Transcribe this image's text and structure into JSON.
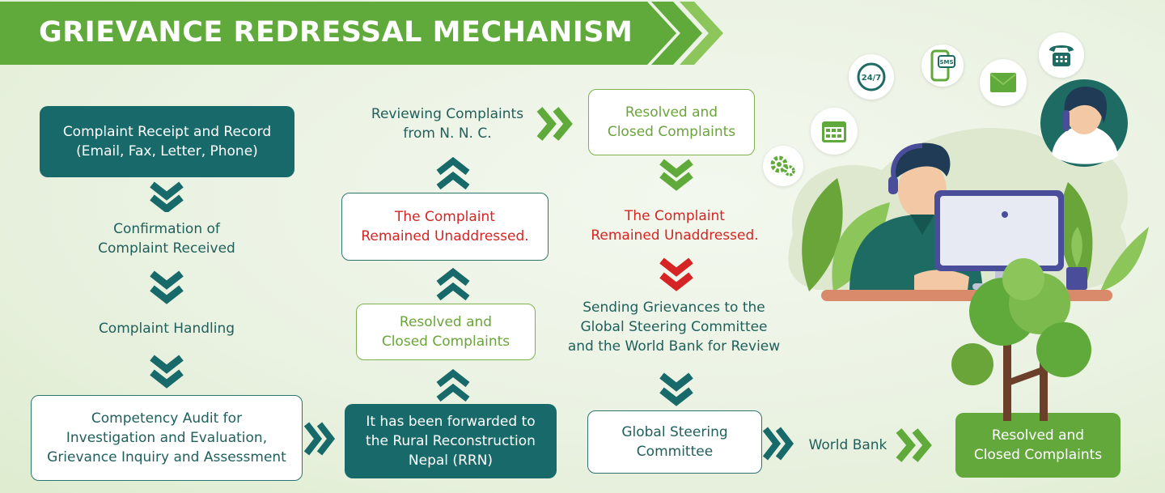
{
  "title": "GRIEVANCE REDRESSAL MECHANISM",
  "colors": {
    "banner": "#5faa3a",
    "teal": "#18696a",
    "green": "#62a83a",
    "red": "#d62424"
  },
  "steps": {
    "receipt": "Complaint Receipt and Record\n(Email, Fax, Letter, Phone)",
    "confirmation": "Confirmation of\nComplaint Received",
    "handling": "Complaint Handling",
    "audit": "Competency Audit for\nInvestigation and Evaluation,\nGrievance Inquiry and Assessment",
    "forwarded": "It has been forwarded to\nthe Rural Reconstruction\nNepal (RRN)",
    "resolved_mid": "Resolved and\nClosed Complaints",
    "unaddressed_mid": "The Complaint\nRemained Unaddressed.",
    "reviewing": "Reviewing Complaints\nfrom N. N. C.",
    "resolved_top": "Resolved and\nClosed Complaints",
    "unaddressed_right": "The Complaint\nRemained Unaddressed.",
    "sending": "Sending Grievances to the\nGlobal Steering Committee\nand the World Bank for Review",
    "gsc": "Global Steering\nCommittee",
    "world_bank": "World Bank",
    "resolved_final": "Resolved and\nClosed Complaints"
  },
  "icons": {
    "clock_text": "24/7",
    "sms_text": "SMS"
  }
}
